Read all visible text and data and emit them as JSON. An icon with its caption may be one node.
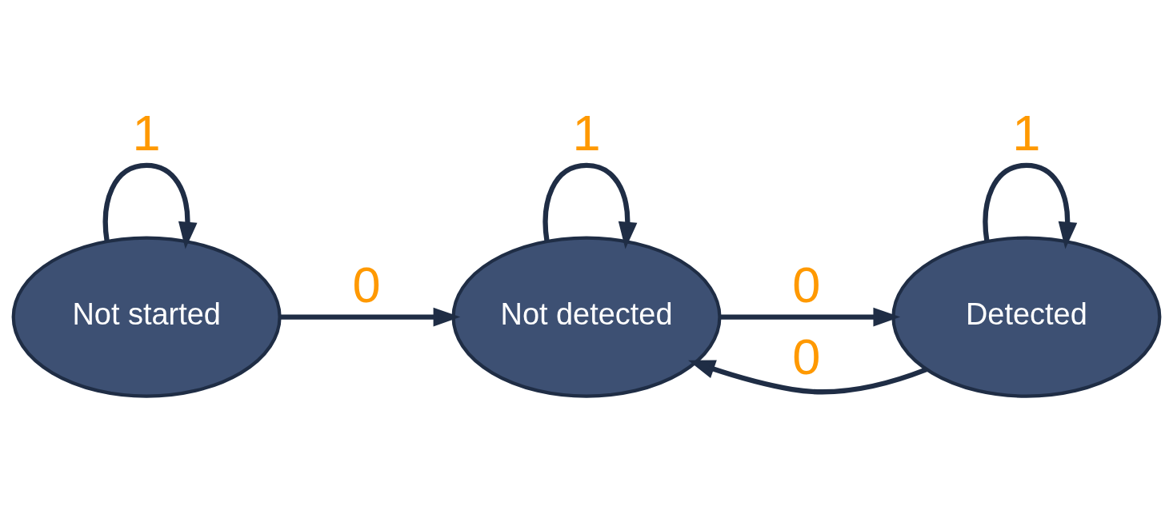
{
  "diagram": {
    "nodes": [
      {
        "text": [
          "Not started"
        ]
      },
      {
        "text": [
          "Not detected"
        ]
      },
      {
        "text": [
          "Detected"
        ]
      }
    ],
    "edges": [
      {
        "from": 0,
        "to": 0,
        "arrow": "to",
        "label": "1"
      },
      {
        "from": 0,
        "to": 1,
        "arrow": "to",
        "label": "0"
      },
      {
        "from": 1,
        "to": 2,
        "arrow": "to",
        "label": "0"
      },
      {
        "from": 2,
        "to": 1,
        "arrow": "to",
        "label": "0"
      },
      {
        "from": 1,
        "to": 1,
        "arrow": "to",
        "label": "1"
      },
      {
        "from": 2,
        "to": 2,
        "arrow": "to",
        "label": "1"
      }
    ]
  }
}
